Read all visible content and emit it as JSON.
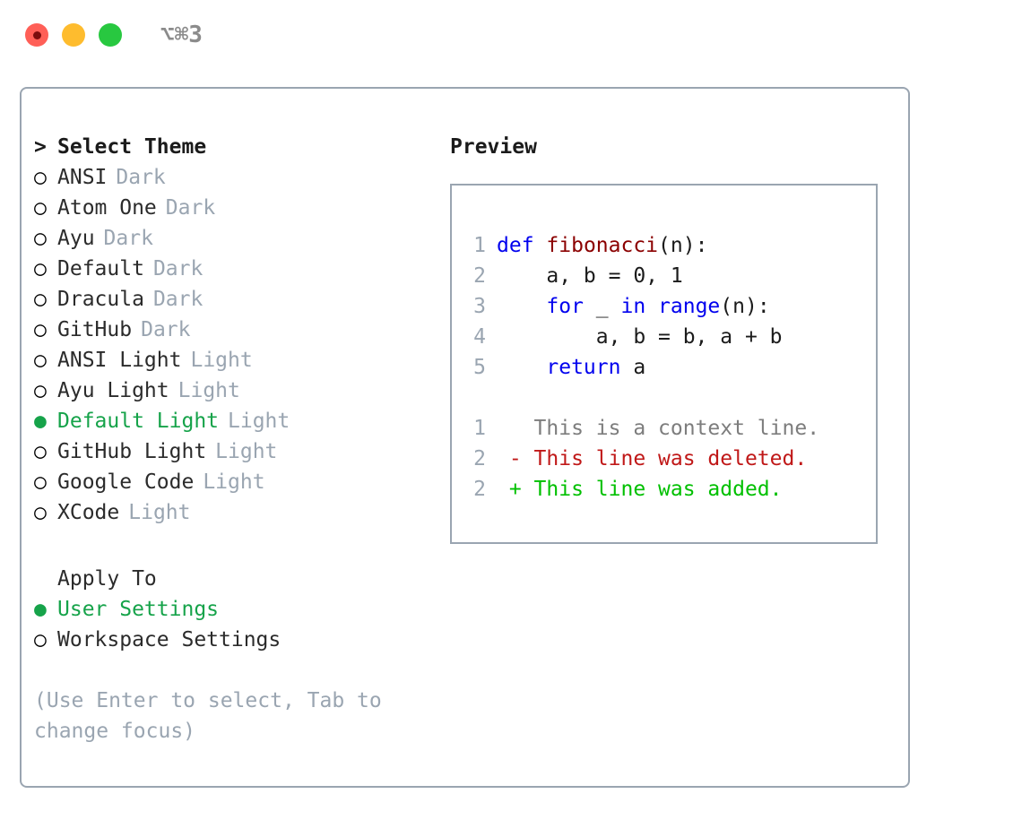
{
  "window": {
    "traffic_lights": [
      {
        "name": "close-button",
        "color": "#ff5f57"
      },
      {
        "name": "minimize-button",
        "color": "#febc2e"
      },
      {
        "name": "maximize-button",
        "color": "#28c840"
      }
    ],
    "shortcut": "⌥⌘3"
  },
  "theme_picker": {
    "title_marker": ">",
    "title": "Select Theme",
    "items": [
      {
        "marker": "○",
        "label": "ANSI",
        "tag": "Dark",
        "selected": false
      },
      {
        "marker": "○",
        "label": "Atom One",
        "tag": "Dark",
        "selected": false
      },
      {
        "marker": "○",
        "label": "Ayu",
        "tag": "Dark",
        "selected": false
      },
      {
        "marker": "○",
        "label": "Default",
        "tag": "Dark",
        "selected": false
      },
      {
        "marker": "○",
        "label": "Dracula",
        "tag": "Dark",
        "selected": false
      },
      {
        "marker": "○",
        "label": "GitHub",
        "tag": "Dark",
        "selected": false
      },
      {
        "marker": "○",
        "label": "ANSI Light",
        "tag": "Light",
        "selected": false
      },
      {
        "marker": "○",
        "label": "Ayu Light",
        "tag": "Light",
        "selected": false
      },
      {
        "marker": "●",
        "label": "Default Light",
        "tag": "Light",
        "selected": true
      },
      {
        "marker": "○",
        "label": "GitHub Light",
        "tag": "Light",
        "selected": false
      },
      {
        "marker": "○",
        "label": "Google Code",
        "tag": "Light",
        "selected": false
      },
      {
        "marker": "○",
        "label": "XCode",
        "tag": "Light",
        "selected": false
      }
    ]
  },
  "apply_to": {
    "heading": "Apply To",
    "options": [
      {
        "marker": "●",
        "label": "User Settings",
        "selected": true
      },
      {
        "marker": "○",
        "label": "Workspace Settings",
        "selected": false
      }
    ]
  },
  "hint": "(Use Enter to select, Tab to change focus)",
  "preview": {
    "title": "Preview",
    "code_lines": [
      {
        "num": "1",
        "tokens": [
          {
            "t": "def",
            "c": "kw"
          },
          {
            "t": " ",
            "c": "plain"
          },
          {
            "t": "fibonacci",
            "c": "fn"
          },
          {
            "t": "(n):",
            "c": "plain"
          }
        ]
      },
      {
        "num": "2",
        "tokens": [
          {
            "t": "    a, b = 0, 1",
            "c": "plain"
          }
        ]
      },
      {
        "num": "3",
        "tokens": [
          {
            "t": "    ",
            "c": "plain"
          },
          {
            "t": "for",
            "c": "kw"
          },
          {
            "t": " _ ",
            "c": "plain"
          },
          {
            "t": "in",
            "c": "kw"
          },
          {
            "t": " ",
            "c": "plain"
          },
          {
            "t": "range",
            "c": "kw"
          },
          {
            "t": "(n):",
            "c": "plain"
          }
        ]
      },
      {
        "num": "4",
        "tokens": [
          {
            "t": "        a, b = b, a + b",
            "c": "plain"
          }
        ]
      },
      {
        "num": "5",
        "tokens": [
          {
            "t": "    ",
            "c": "plain"
          },
          {
            "t": "return",
            "c": "kw"
          },
          {
            "t": " a",
            "c": "plain"
          }
        ]
      }
    ],
    "diff_lines": [
      {
        "num": "1",
        "sign": " ",
        "text": " This is a context line.",
        "c": "ctx"
      },
      {
        "num": "2",
        "sign": "-",
        "text": " This line was deleted.",
        "c": "del"
      },
      {
        "num": "2",
        "sign": "+",
        "text": " This line was added.",
        "c": "add"
      }
    ]
  },
  "colors": {
    "accent_green": "#16a34a",
    "muted_gray": "#9aa5b1",
    "keyword_blue": "#0000ee",
    "function_red": "#8b0000",
    "diff_deleted": "#c01818",
    "diff_added": "#00c000",
    "border": "#9aa5b1"
  }
}
